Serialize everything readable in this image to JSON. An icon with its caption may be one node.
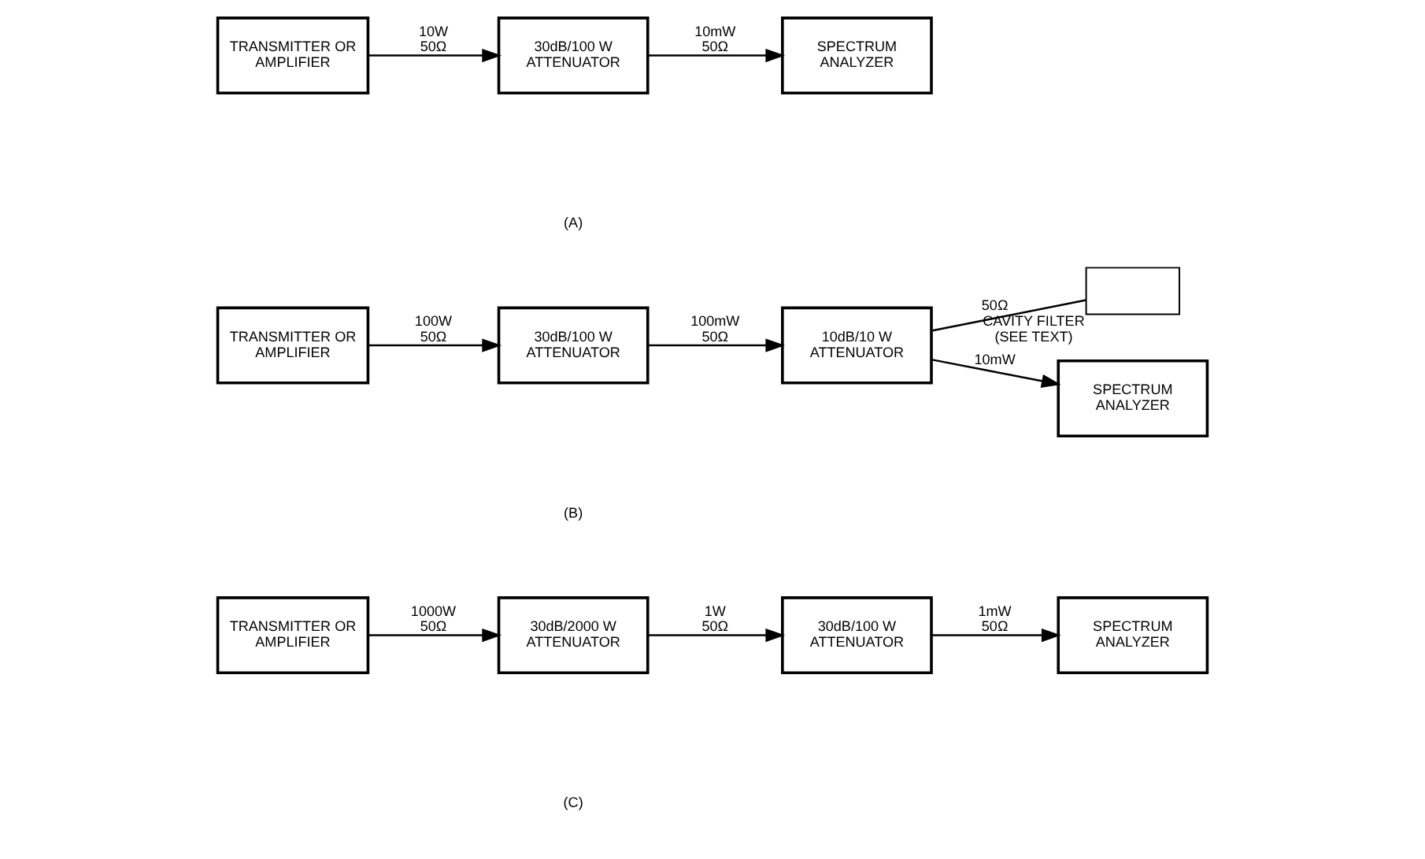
{
  "diagram": {
    "nodes": [
      {
        "text": [
          "TRANSMITTER OR AMPLIFIER"
        ]
      },
      {
        "text": [
          "30dB/100 W ATTENUATOR"
        ]
      },
      {
        "text": [
          "SPECTRUM ANALYZER"
        ]
      },
      {
        "text": [
          "TRANSMITTER OR AMPLIFIER"
        ]
      },
      {
        "text": [
          "30dB/100 W ATTENUATOR"
        ]
      },
      {
        "text": [
          "10dB/10 W ATTENUATOR"
        ]
      },
      {
        "text": [
          "SPECTRUM ANALYZER"
        ]
      },
      {
        "text": [],
        "shape": "box",
        "beside": [
          "CAVITY FILTER (SEE TEXT)"
        ]
      },
      {
        "text": [
          "TRANSMITTER OR AMPLIFIER"
        ]
      },
      {
        "text": [
          "30dB/2000 W ATTENUATOR"
        ]
      },
      {
        "text": [
          "30dB/100 W ATTENUATOR"
        ]
      },
      {
        "text": [
          "SPECTRUM ANALYZER"
        ]
      }
    ],
    "edges": [
      {
        "from": 0,
        "to": 1,
        "arrow": "to",
        "label": "10W 50Ω"
      },
      {
        "from": 1,
        "to": 2,
        "arrow": "to",
        "label": "10mW 50Ω"
      },
      {
        "from": 3,
        "to": 4,
        "arrow": "to",
        "label": "100W 50Ω"
      },
      {
        "from": 4,
        "to": 5,
        "arrow": "to",
        "label": "100mW 50Ω"
      },
      {
        "from": 5,
        "to": 6,
        "arrow": "to",
        "label": "10mW"
      },
      {
        "from": 5,
        "to": 7,
        "arrow": "none",
        "label": "50Ω"
      },
      {
        "from": 8,
        "to": 9,
        "arrow": "to",
        "label": "1000W 50Ω"
      },
      {
        "from": 9,
        "to": 10,
        "arrow": "to",
        "label": "1W 50Ω"
      },
      {
        "from": 10,
        "to": 11,
        "arrow": "to",
        "label": "1mW 50Ω"
      }
    ],
    "labels": [
      "(A)",
      "(B)",
      "(C)"
    ]
  }
}
